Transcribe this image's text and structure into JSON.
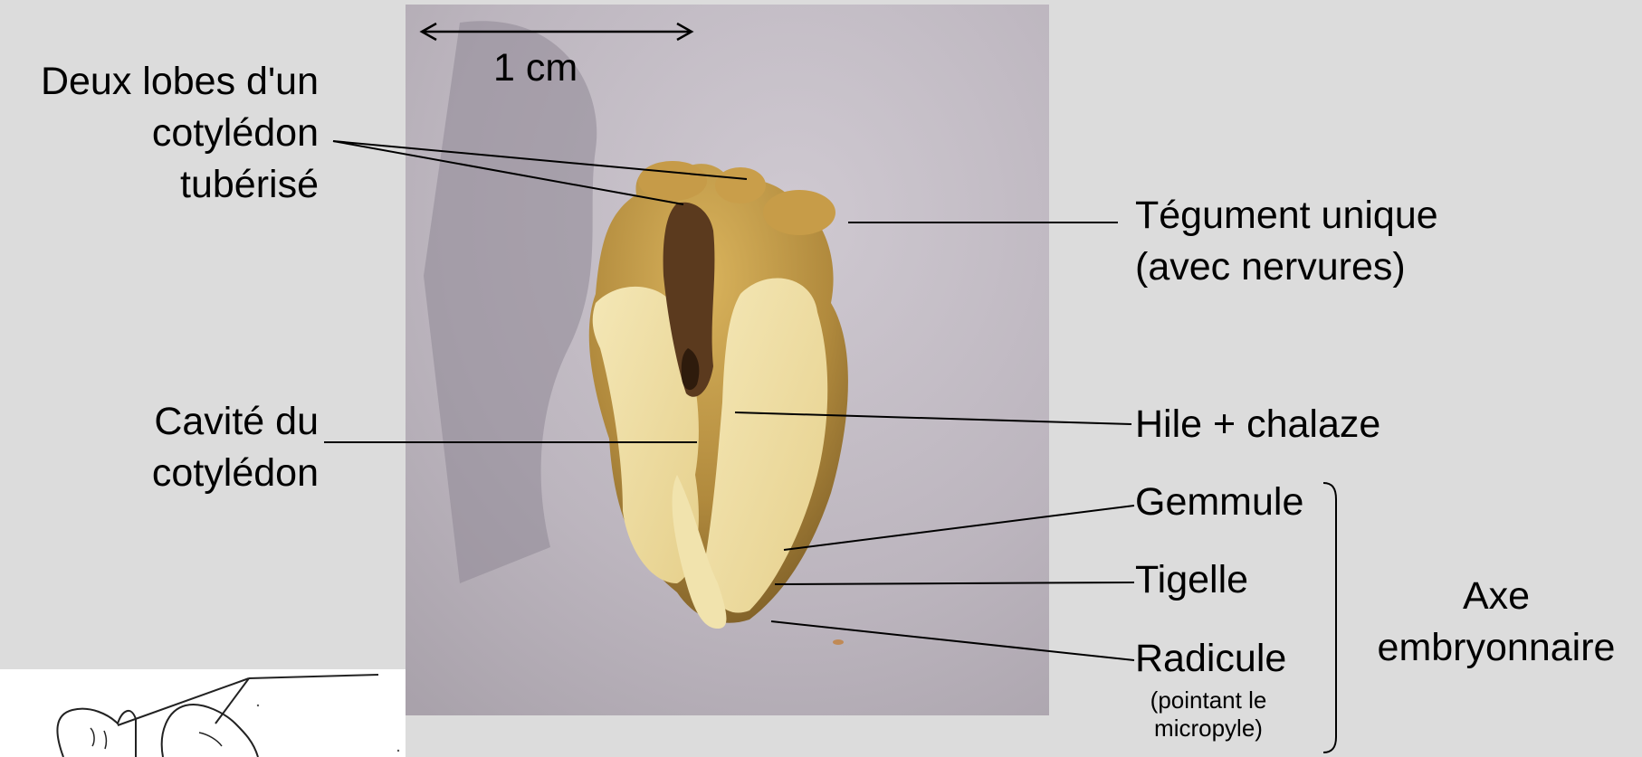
{
  "scale_bar": {
    "label": "1 cm"
  },
  "labels": {
    "cotyledon_lobes": [
      "Deux lobes d'un",
      "cotylédon",
      "tubérisé"
    ],
    "cavity": [
      "Cavité du",
      "cotylédon"
    ],
    "tegument": [
      "Tégument unique",
      "(avec nervures)"
    ],
    "hile": "Hile + chalaze",
    "gemmule": "Gemmule",
    "tigelle": "Tigelle",
    "radicule": "Radicule",
    "radicule_note": [
      "(pointant le",
      "micropyle)"
    ],
    "axis": [
      "Axe",
      "embryonnaire"
    ]
  },
  "colors": {
    "background": "#dcdcdc",
    "photo_background": "#b9b2bb",
    "kernel_skin": "#b08a3e",
    "kernel_flesh": "#efe0a8",
    "hile_dark": "#3a2414"
  }
}
